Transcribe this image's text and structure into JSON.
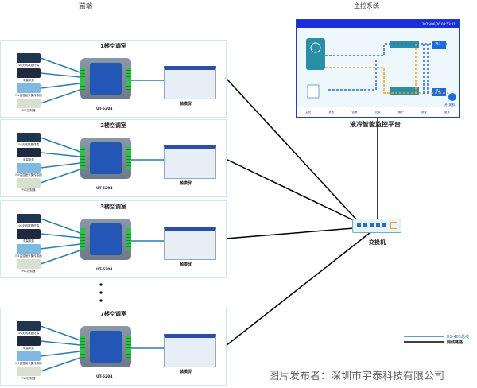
{
  "headers": {
    "front": "前端",
    "main": "主控系统"
  },
  "panels": [
    {
      "title": "1楼空调室"
    },
    {
      "title": "2楼空调室"
    },
    {
      "title": "3楼空调室"
    },
    {
      "title": "7楼空调室"
    }
  ],
  "panel_common": {
    "model": "UT-5204",
    "touch": "触摸屏",
    "devices": [
      "4G无线数据终端",
      "电量采集",
      "M4温湿度采集传感器",
      "PLC控制器"
    ]
  },
  "screen": {
    "datetime": "2025/06/26 08:53:21",
    "title": "液冷智能监控平台",
    "power": "开/关机",
    "units": [
      "2U",
      "4U"
    ],
    "nav": [
      "主页",
      "状态",
      "告警",
      "记录",
      "维护",
      "设置",
      "更多"
    ]
  },
  "switch": {
    "label": "交换机"
  },
  "legend": {
    "rs485": "RS-485总线",
    "net": "网线链路",
    "colors": {
      "rs485": "#2a7fb0",
      "net": "#000000"
    }
  },
  "watermark": "图片发布者：深圳市宇泰科技有限公司"
}
